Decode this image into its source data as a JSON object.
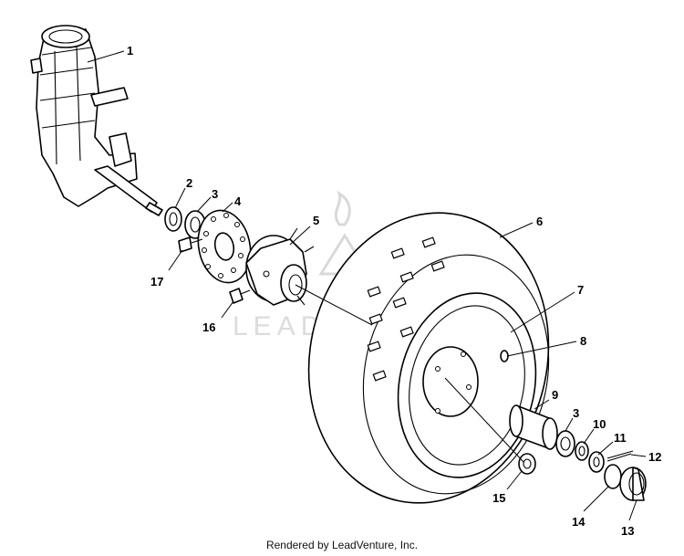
{
  "callouts": {
    "c1": "1",
    "c2": "2",
    "c3a": "3",
    "c4": "4",
    "c5": "5",
    "c6": "6",
    "c7": "7",
    "c8": "8",
    "c9": "9",
    "c3b": "3",
    "c10": "10",
    "c11": "11",
    "c12": "12",
    "c13": "13",
    "c14": "14",
    "c15": "15",
    "c16": "16",
    "c17": "17"
  },
  "watermark": {
    "text": "LEADVENTURE"
  },
  "footer": {
    "text": "Rendered by LeadVenture, Inc."
  }
}
